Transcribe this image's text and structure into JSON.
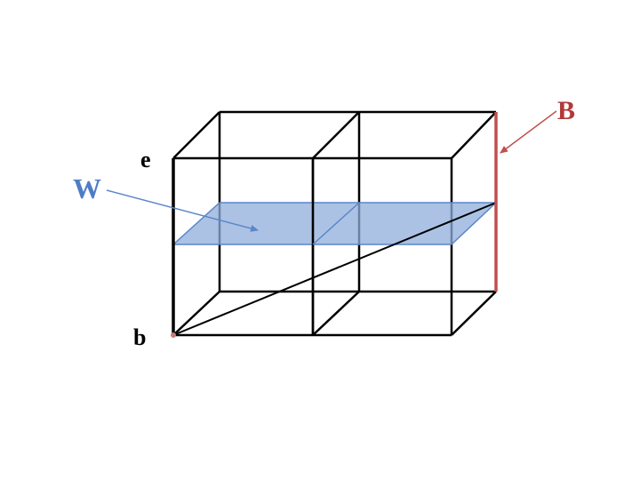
{
  "labels": {
    "e": "e",
    "b": "b",
    "w": "W",
    "big_b": "B"
  },
  "colors": {
    "edge": "#000000",
    "plane_fill": "#8faedc",
    "plane_edge": "#5b86c8",
    "w_label": "#4f7cc6",
    "w_arrow": "#5b86c8",
    "b_label": "#b2393a",
    "b_segment": "#c0504d",
    "b_arrow": "#c0504d",
    "b_point": "#c87a7a"
  }
}
